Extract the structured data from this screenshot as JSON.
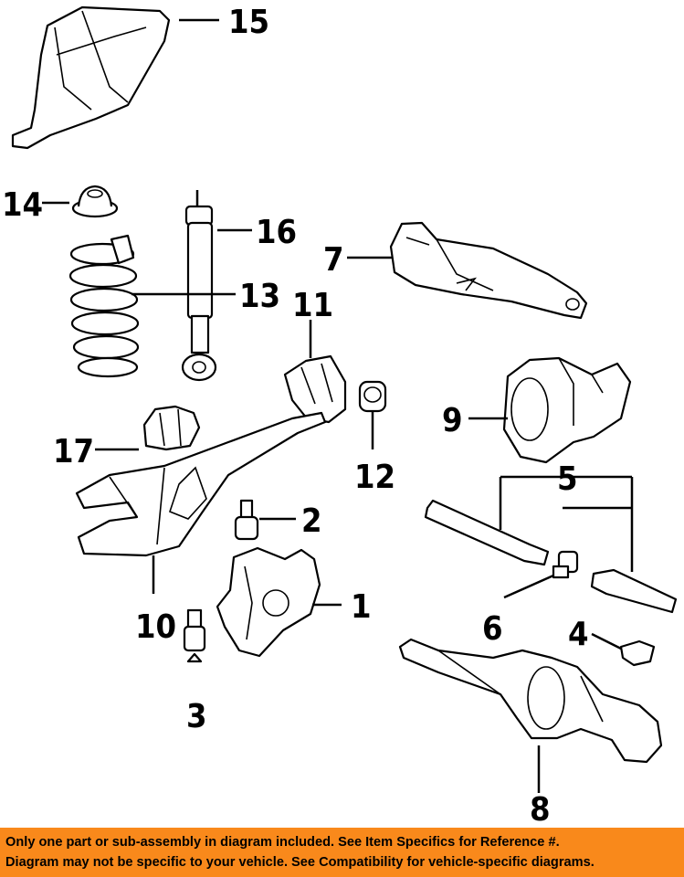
{
  "callouts": [
    {
      "id": "c1",
      "text": "1"
    },
    {
      "id": "c2",
      "text": "2"
    },
    {
      "id": "c3",
      "text": "3"
    },
    {
      "id": "c4",
      "text": "4"
    },
    {
      "id": "c5",
      "text": "5"
    },
    {
      "id": "c6",
      "text": "6"
    },
    {
      "id": "c7",
      "text": "7"
    },
    {
      "id": "c8",
      "text": "8"
    },
    {
      "id": "c9",
      "text": "9"
    },
    {
      "id": "c10",
      "text": "10"
    },
    {
      "id": "c11",
      "text": "11"
    },
    {
      "id": "c12",
      "text": "12"
    },
    {
      "id": "c13",
      "text": "13"
    },
    {
      "id": "c14",
      "text": "14"
    },
    {
      "id": "c15",
      "text": "15"
    },
    {
      "id": "c16",
      "text": "16"
    },
    {
      "id": "c17",
      "text": "17"
    }
  ],
  "disclaimer": {
    "line1": "Only one part or sub-assembly in diagram included. See Item Specifics for Reference #.",
    "line2": "Diagram may not be specific to your vehicle. See Compatibility for vehicle-specific diagrams.",
    "background": "#f9891b"
  }
}
